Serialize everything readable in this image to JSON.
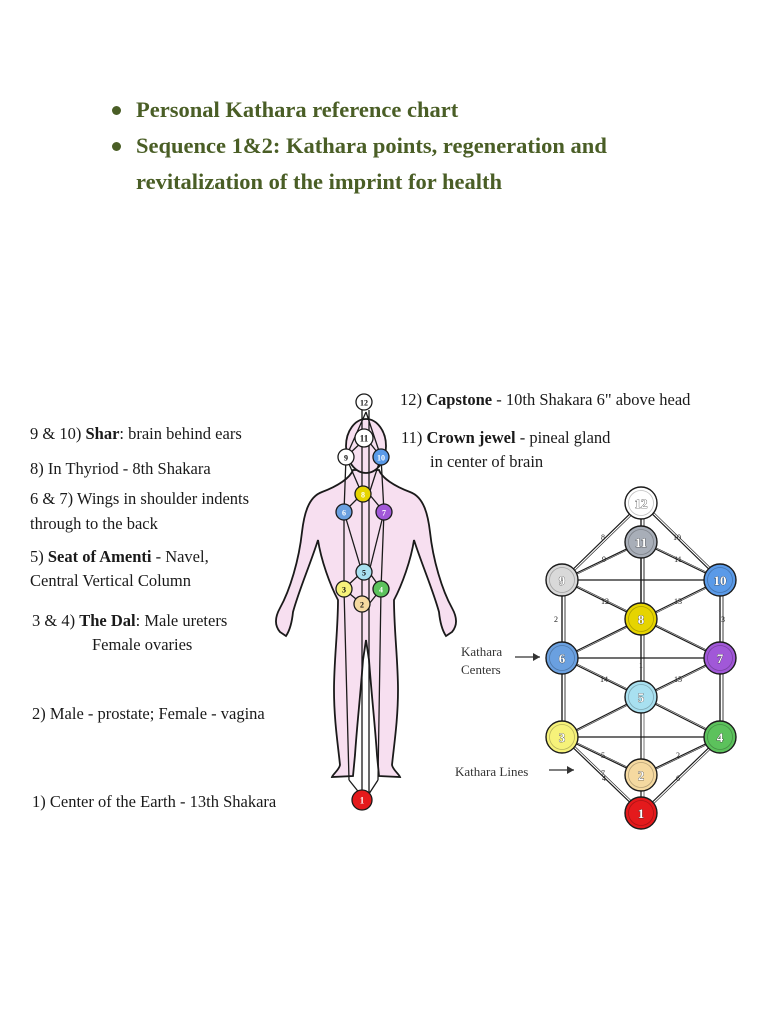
{
  "bullets": [
    "Personal Kathara reference chart",
    "Sequence 1&2: Kathara points, regeneration and",
    "revitalization of the imprint for health"
  ],
  "labels": {
    "capstone_num": "12) ",
    "capstone_bold": "Capstone",
    "capstone_rest": " - 10th Shakara 6\" above head",
    "crown_num": "11) ",
    "crown_bold": "Crown jewel",
    "crown_rest": " - pineal gland",
    "crown_line2": "in center of brain",
    "shar_num": "9 & 10) ",
    "shar_bold": "Shar",
    "shar_rest": ": brain behind ears",
    "thyriod": "8) In Thyriod - 8th Shakara",
    "wings_line1": "6 & 7) Wings in shoulder indents",
    "wings_line2": "through to the back",
    "amenti_num": "5) ",
    "amenti_bold": "Seat of Amenti",
    "amenti_rest": " - Navel,",
    "amenti_line2": "Central Vertical Column",
    "dal_num": "3 & 4) ",
    "dal_bold": "The Dal",
    "dal_rest": ": Male ureters",
    "dal_line2": "Female ovaries",
    "prostate": "2) Male - prostate; Female - vagina",
    "earth": "1) Center of the Earth - 13th Shakara"
  },
  "callouts": {
    "centers_line1": "Kathara",
    "centers_line2": "Centers",
    "lines": "Kathara Lines"
  },
  "colors": {
    "bullet_text": "#4a5e26",
    "body_fill": "#f7dff0",
    "node_1": "#e41a1c",
    "node_2": "#f5d9a0",
    "node_3": "#f6f27a",
    "node_4": "#5cc25c",
    "node_5": "#a8e0f0",
    "node_6": "#6aa0e0",
    "node_7": "#a158d8",
    "node_8": "#e6d400",
    "node_9": "#d9d9d9",
    "node_10": "#5a9ae8",
    "node_11": "#a8aeb8",
    "node_12": "#ffffff"
  },
  "body_points": [
    {
      "n": "12",
      "color": "#ffffff"
    },
    {
      "n": "11",
      "color": "#ffffff"
    },
    {
      "n": "9",
      "color": "#ffffff"
    },
    {
      "n": "10",
      "color": "#5a9ae8"
    },
    {
      "n": "8",
      "color": "#e6d400"
    },
    {
      "n": "6",
      "color": "#6aa0e0"
    },
    {
      "n": "7",
      "color": "#a158d8"
    },
    {
      "n": "5",
      "color": "#a8e0f0"
    },
    {
      "n": "3",
      "color": "#f6f27a"
    },
    {
      "n": "4",
      "color": "#5cc25c"
    },
    {
      "n": "2",
      "color": "#f5d9a0"
    },
    {
      "n": "1",
      "color": "#e41a1c"
    }
  ],
  "grid_nodes": [
    {
      "n": "12",
      "color": "#ffffff"
    },
    {
      "n": "11",
      "color": "#a8aeb8"
    },
    {
      "n": "9",
      "color": "#d9d9d9"
    },
    {
      "n": "10",
      "color": "#5a9ae8"
    },
    {
      "n": "8",
      "color": "#e6d400"
    },
    {
      "n": "6",
      "color": "#6aa0e0"
    },
    {
      "n": "7",
      "color": "#a158d8"
    },
    {
      "n": "5",
      "color": "#a8e0f0"
    },
    {
      "n": "3",
      "color": "#f6f27a"
    },
    {
      "n": "4",
      "color": "#5cc25c"
    },
    {
      "n": "2",
      "color": "#f5d9a0"
    },
    {
      "n": "1",
      "color": "#e41a1c"
    }
  ],
  "grid_line_labels": [
    "8",
    "10",
    "9",
    "11",
    "12",
    "13",
    "2",
    "3",
    "14",
    "15",
    "1",
    "5",
    "7",
    "2",
    "4",
    "6"
  ]
}
